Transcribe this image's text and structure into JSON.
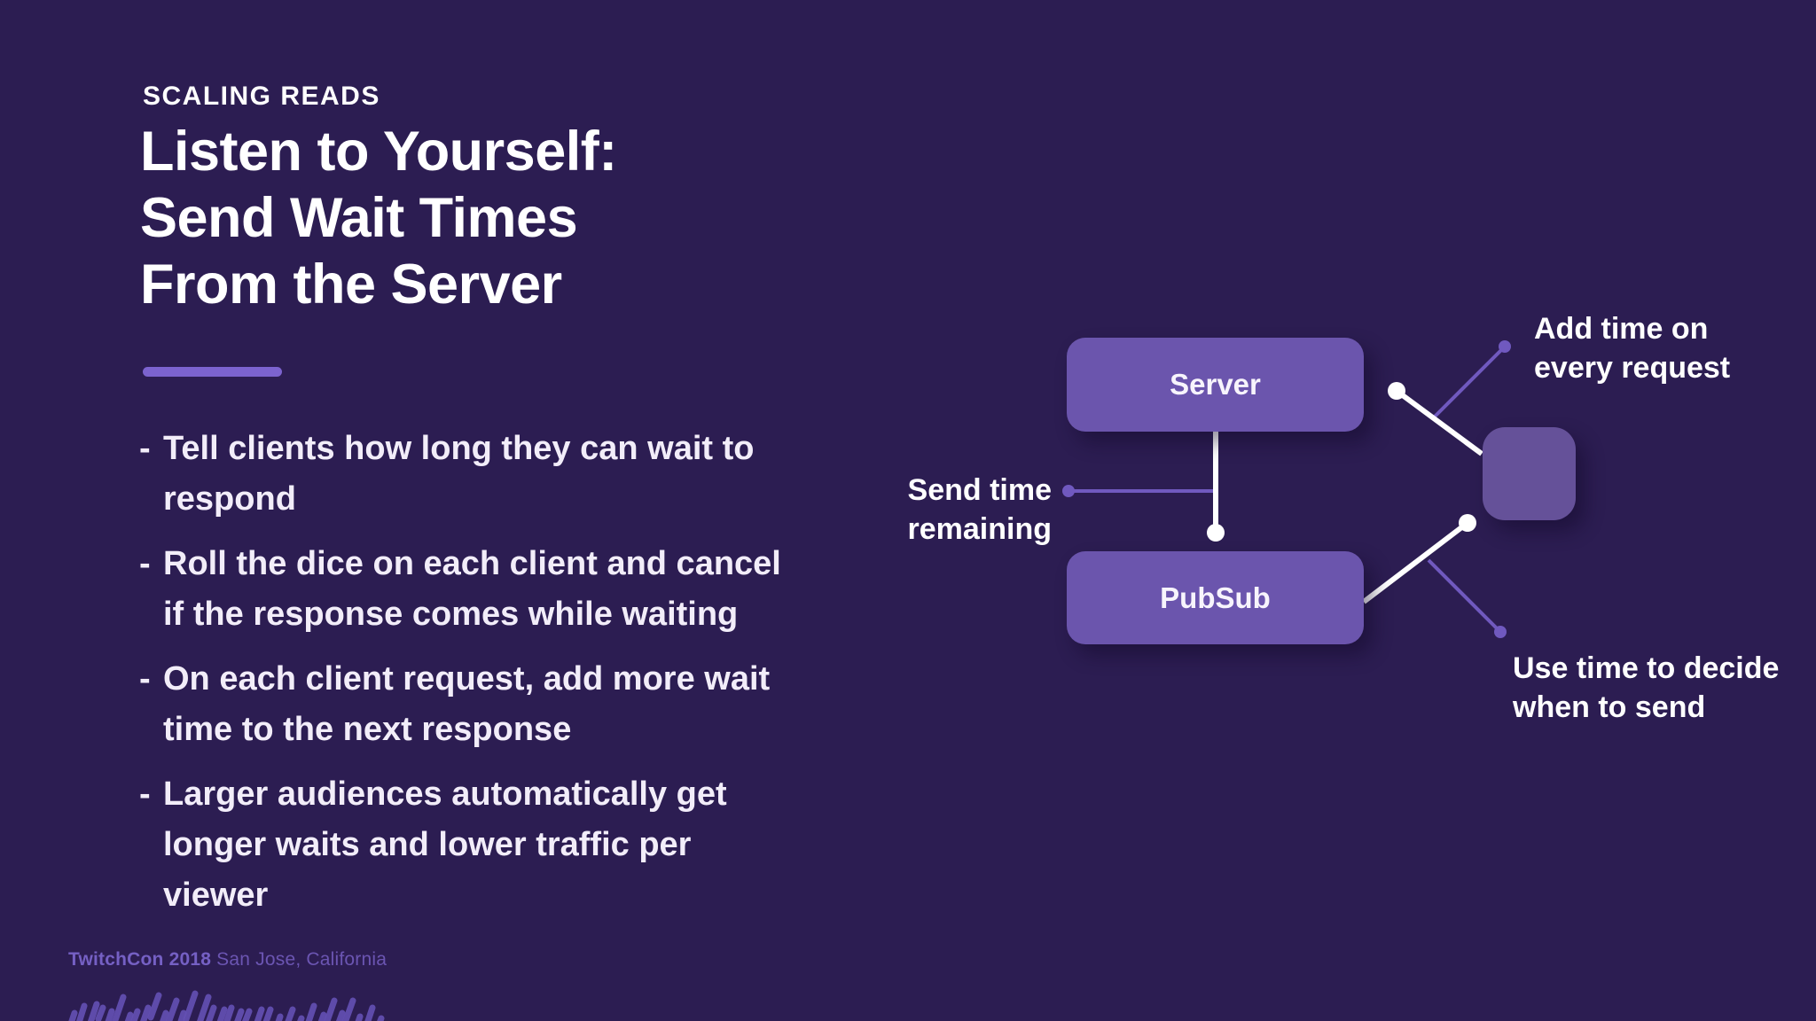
{
  "slide": {
    "kicker": "SCALING READS",
    "title": "Listen to Yourself:\nSend Wait Times\nFrom the Server",
    "bullet_marker": "-",
    "bullets": [
      "Tell clients how long they can wait to\nrespond",
      "Roll the dice on each client and cancel\nif the response comes while waiting",
      "On each client request, add more wait\ntime to the next response",
      "Larger audiences automatically get\nlonger waits and lower traffic per\nviewer"
    ],
    "footer": {
      "event": "TwitchCon 2018",
      "location": " San Jose, California"
    }
  },
  "diagram": {
    "server_label": "Server",
    "pubsub_label": "PubSub",
    "annotations": {
      "add_time": "Add time on\nevery request",
      "send_time": "Send time\nremaining",
      "use_time": "Use time to decide\nwhen to send"
    }
  },
  "colors": {
    "background": "#2c1d52",
    "node_fill": "#6b55ad",
    "small_node_fill": "#655199",
    "accent_purple": "#7c63cf",
    "connector_purple": "#7059bf",
    "connector_white": "#ffffff",
    "footer_purple": "#7560c4",
    "bullet_text": "#f2edf9"
  }
}
